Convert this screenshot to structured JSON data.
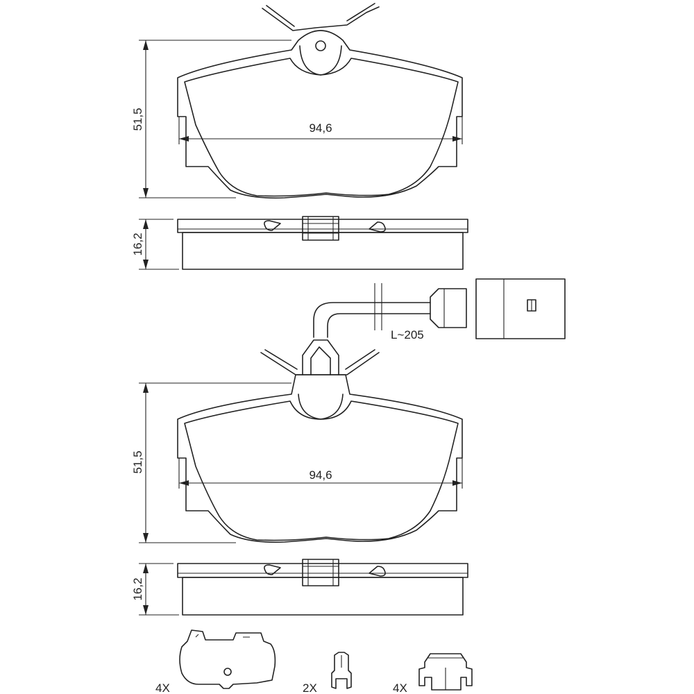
{
  "top_pad": {
    "height_dim": "51,5",
    "width_dim": "94,6",
    "thickness_dim": "16,2"
  },
  "wear_sensor": {
    "length_label": "L~205"
  },
  "bottom_pad": {
    "height_dim": "51,5",
    "width_dim": "94,6",
    "thickness_dim": "16,2"
  },
  "accessories": {
    "shim_qty": "4X",
    "clip_qty": "2X",
    "spring_qty": "4X"
  }
}
